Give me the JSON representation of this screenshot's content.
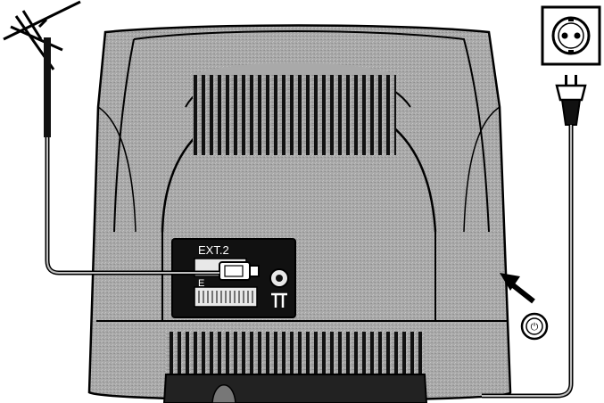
{
  "figure": {
    "type": "tv-rear-connection-illustration",
    "background": "#ffffff",
    "tv_color": "#a9a9a9",
    "panel_color": "#111111",
    "line_color": "#000000"
  },
  "labels": {
    "ext2": "EXT.2",
    "ext1": "E",
    "power_button_symbol": "⏻"
  },
  "icons": {
    "antenna": "antenna-icon",
    "wall_socket": "wall-socket-icon",
    "plug": "power-plug-icon",
    "arrow": "arrow-icon",
    "power_button": "power-button-icon"
  }
}
